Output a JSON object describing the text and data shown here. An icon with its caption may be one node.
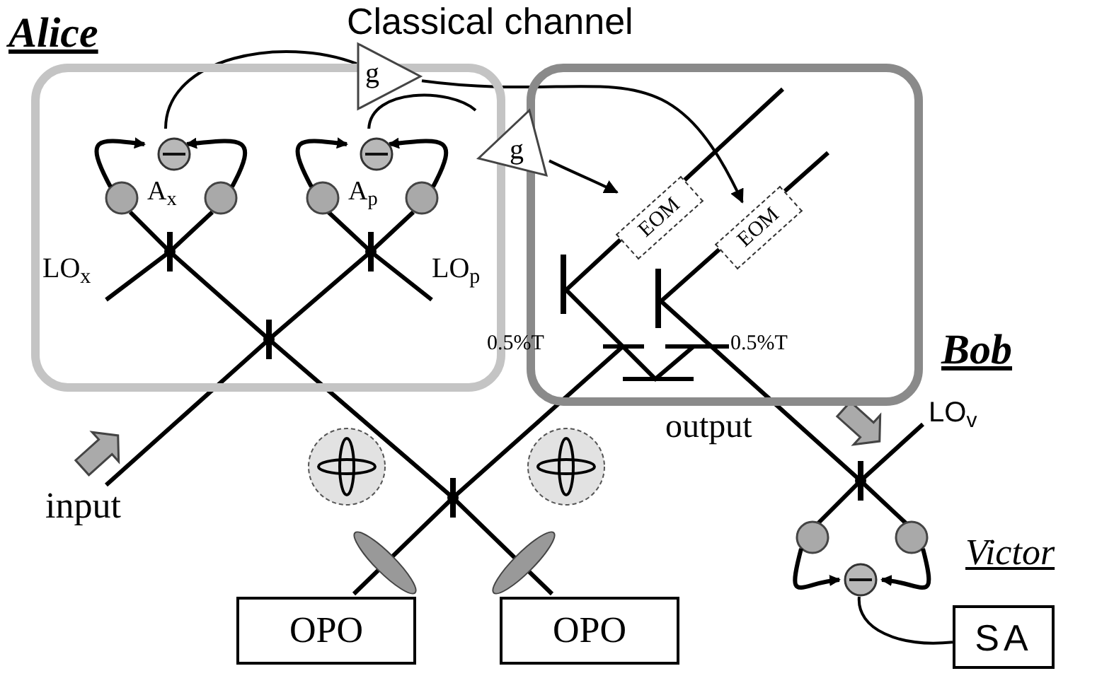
{
  "diagram": {
    "nodes": [
      {
        "text": [
          "Alice"
        ]
      },
      {
        "text": [
          "Bob"
        ]
      },
      {
        "text": [
          "g"
        ]
      },
      {
        "text": [
          "g"
        ]
      },
      {
        "text": [
          "EOM"
        ],
        "in": 1
      },
      {
        "text": [
          "EOM"
        ],
        "in": 1
      },
      {
        "text": [
          "OPO"
        ]
      },
      {
        "text": [
          "OPO"
        ]
      },
      {
        "text": [
          "SA"
        ]
      },
      {
        "text": [],
        "shape": "circle",
        "in": 0
      },
      {
        "text": [],
        "shape": "circle",
        "in": 0
      },
      {
        "text": [],
        "shape": "circle"
      }
    ],
    "edges": [
      {
        "from": 9,
        "to": 2,
        "arrow": "none"
      },
      {
        "from": 2,
        "to": 5,
        "arrow": "to"
      },
      {
        "from": 10,
        "to": 3,
        "arrow": "none"
      },
      {
        "from": 3,
        "to": 4,
        "arrow": "to"
      },
      {
        "from": 11,
        "to": 8,
        "arrow": "none"
      }
    ],
    "labels": [
      "Classical channel",
      "A$_{x}$",
      "A$_{p}$",
      "LO$_{x}$",
      "LO$_{p}$",
      "0.5%T",
      "0.5%T",
      "input",
      "output",
      "LO$_{v}$",
      "Victor"
    ]
  }
}
